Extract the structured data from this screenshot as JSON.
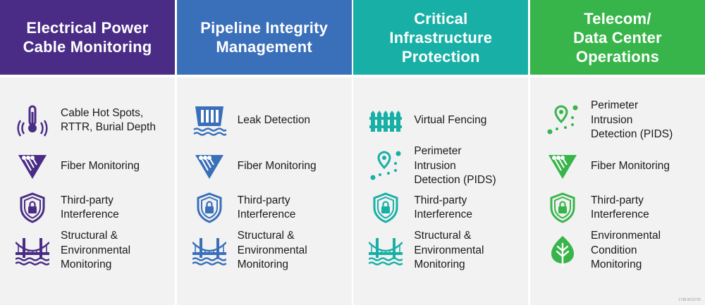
{
  "columns": [
    {
      "title": "Electrical Power\nCable Monitoring",
      "color": "#4a2c86",
      "icon_color": "#4a2c86",
      "items": [
        {
          "label": "Cable Hot Spots,\nRTTR, Burial Depth",
          "icon": "thermometer-icon"
        },
        {
          "label": "Fiber Monitoring",
          "icon": "fiber-icon"
        },
        {
          "label": "Third-party\nInterference",
          "icon": "shield-lock-icon"
        },
        {
          "label": "Structural &\nEnvironmental\nMonitoring",
          "icon": "bridge-icon"
        }
      ]
    },
    {
      "title": "Pipeline Integrity\nManagement",
      "color": "#3a6fba",
      "icon_color": "#3a6fba",
      "items": [
        {
          "label": "Leak Detection",
          "icon": "dam-icon"
        },
        {
          "label": "Fiber Monitoring",
          "icon": "fiber-icon"
        },
        {
          "label": "Third-party\nInterference",
          "icon": "shield-lock-icon"
        },
        {
          "label": "Structural &\nEnvironmental\nMonitoring",
          "icon": "bridge-icon"
        }
      ]
    },
    {
      "title": "Critical\nInfrastructure\nProtection",
      "color": "#18b0a6",
      "icon_color": "#18b0a6",
      "items": [
        {
          "label": "Virtual Fencing",
          "icon": "fence-icon"
        },
        {
          "label": "Perimeter\nIntrusion\nDetection (PIDS)",
          "icon": "location-pin-icon"
        },
        {
          "label": "Third-party\nInterference",
          "icon": "shield-lock-icon"
        },
        {
          "label": "Structural &\nEnvironmental\nMonitoring",
          "icon": "bridge-icon"
        }
      ]
    },
    {
      "title": "Telecom/\nData Center\nOperations",
      "color": "#38b54a",
      "icon_color": "#38b54a",
      "items": [
        {
          "label": "Perimeter\nIntrusion\nDetection (PIDS)",
          "icon": "location-pin-icon"
        },
        {
          "label": "Fiber Monitoring",
          "icon": "fiber-icon"
        },
        {
          "label": "Third-party\nInterference",
          "icon": "shield-lock-icon"
        },
        {
          "label": "Environmental\nCondition\nMonitoring",
          "icon": "leaf-icon"
        }
      ]
    }
  ],
  "footnote": "1798.9010725"
}
